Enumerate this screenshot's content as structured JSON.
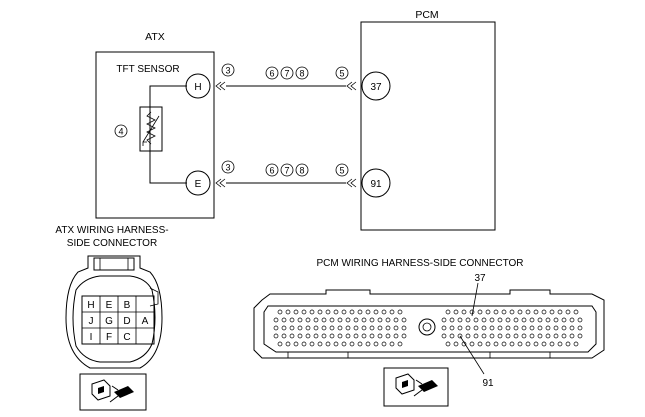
{
  "modules": {
    "atx": "ATX",
    "pcm": "PCM",
    "tft_sensor": "TFT SENSOR"
  },
  "terminals": {
    "h": "H",
    "e": "E",
    "pcm_37": "37",
    "pcm_91": "91"
  },
  "callouts": {
    "harness_left": "3",
    "harness_mid_a": "6",
    "harness_mid_b": "7",
    "harness_mid_c": "8",
    "harness_right": "5",
    "sensor": "4"
  },
  "atx_connector": {
    "title_line1": "ATX WIRING HARNESS-",
    "title_line2": "SIDE CONNECTOR",
    "row1": [
      "H",
      "E",
      "B"
    ],
    "row2": [
      "J",
      "G",
      "D",
      "A"
    ],
    "row3": [
      "I",
      "F",
      "C"
    ]
  },
  "pcm_connector": {
    "title": "PCM WIRING HARNESS-SIDE CONNECTOR",
    "pin_label_top": "37",
    "pin_label_bottom": "91"
  }
}
